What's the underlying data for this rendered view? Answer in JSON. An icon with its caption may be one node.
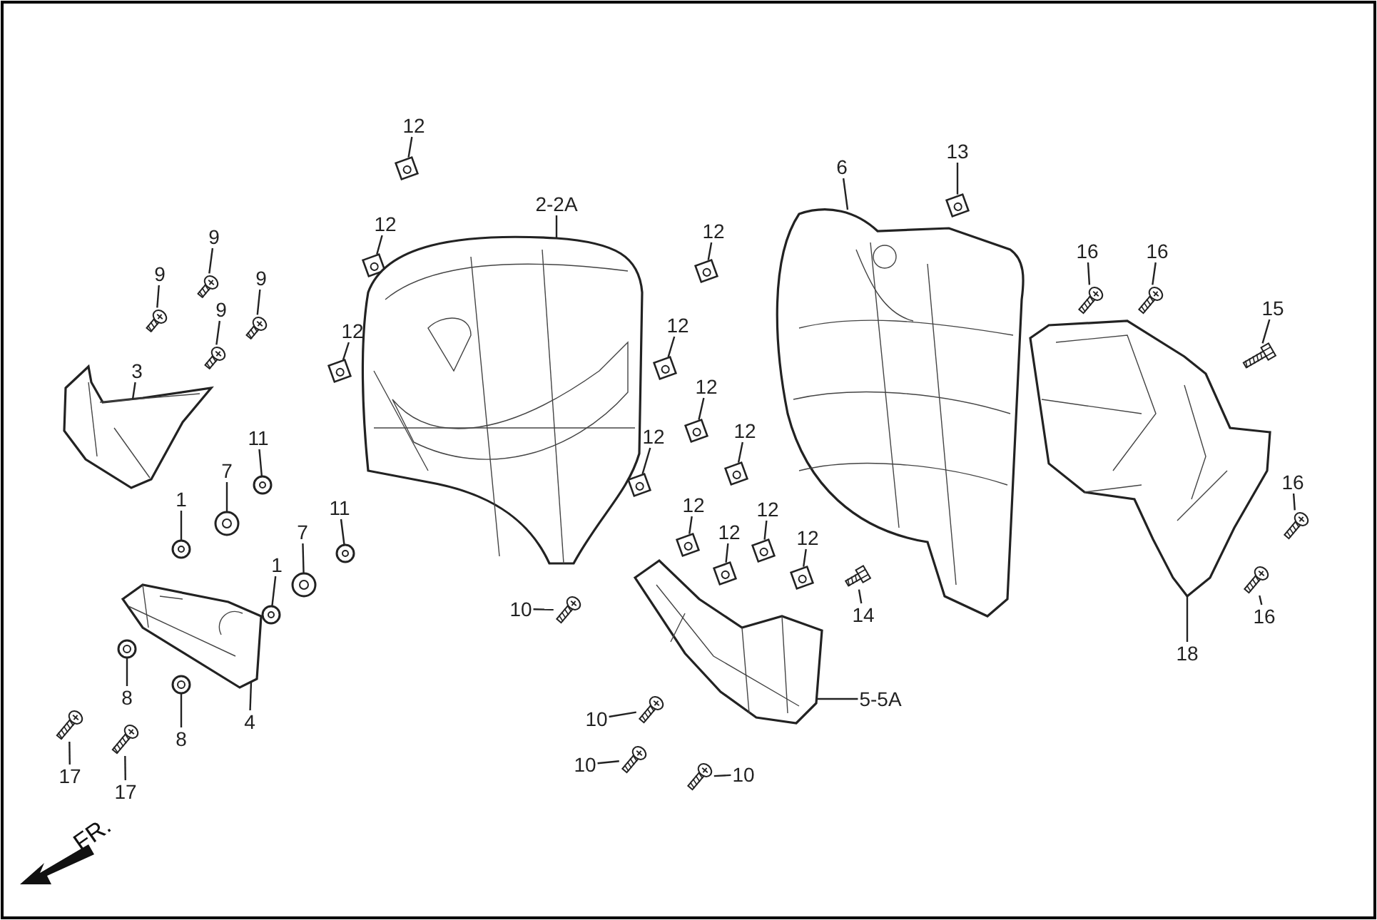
{
  "diagram": {
    "nodes": [
      {
        "text": [
          "12"
        ]
      },
      {
        "text": [
          "12"
        ]
      },
      {
        "text": [
          "2-2A"
        ]
      },
      {
        "text": [
          "12"
        ]
      },
      {
        "text": [
          "9"
        ]
      },
      {
        "text": [
          "9"
        ]
      },
      {
        "text": [
          "9"
        ]
      },
      {
        "text": [
          "9"
        ]
      },
      {
        "text": [
          "12"
        ]
      },
      {
        "text": [
          "12"
        ]
      },
      {
        "text": [
          "3"
        ]
      },
      {
        "text": [
          "12"
        ]
      },
      {
        "text": [
          "12"
        ]
      },
      {
        "text": [
          "12"
        ]
      },
      {
        "text": [
          "11"
        ]
      },
      {
        "text": [
          "7"
        ]
      },
      {
        "text": [
          "1"
        ]
      },
      {
        "text": [
          "11"
        ]
      },
      {
        "text": [
          "12"
        ]
      },
      {
        "text": [
          "12"
        ]
      },
      {
        "text": [
          "7"
        ]
      },
      {
        "text": [
          "12"
        ]
      },
      {
        "text": [
          "12"
        ]
      },
      {
        "text": [
          "1"
        ]
      },
      {
        "text": [
          "10"
        ]
      },
      {
        "text": [
          "14"
        ]
      },
      {
        "text": [
          "4"
        ]
      },
      {
        "text": [
          "8"
        ]
      },
      {
        "text": [
          "8"
        ]
      },
      {
        "text": [
          "17"
        ]
      },
      {
        "text": [
          "17"
        ]
      },
      {
        "text": [
          "10"
        ]
      },
      {
        "text": [
          "5-5A"
        ]
      },
      {
        "text": [
          "10"
        ]
      },
      {
        "text": [
          "10"
        ]
      },
      {
        "text": [
          "6"
        ]
      },
      {
        "text": [
          "13"
        ]
      },
      {
        "text": [
          "16"
        ]
      },
      {
        "text": [
          "16"
        ]
      },
      {
        "text": [
          "15"
        ]
      },
      {
        "text": [
          "16"
        ]
      },
      {
        "text": [
          "16"
        ]
      },
      {
        "text": [
          "18"
        ]
      },
      {
        "text": [],
        "shape": "picture"
      },
      {
        "text": [],
        "shape": "picture"
      },
      {
        "text": [],
        "shape": "picture"
      },
      {
        "text": [],
        "shape": "picture"
      },
      {
        "text": [],
        "shape": "picture"
      },
      {
        "text": [],
        "shape": "picture"
      },
      {
        "text": [],
        "shape": "picture"
      },
      {
        "text": [],
        "shape": "picture"
      },
      {
        "text": [],
        "shape": "picture"
      },
      {
        "text": [],
        "shape": "picture"
      },
      {
        "text": [],
        "shape": "picture"
      },
      {
        "text": [],
        "shape": "picture"
      },
      {
        "text": [],
        "shape": "picture"
      },
      {
        "text": [],
        "shape": "picture"
      },
      {
        "text": [],
        "shape": "picture"
      },
      {
        "text": [],
        "shape": "picture"
      },
      {
        "text": [],
        "shape": "picture"
      },
      {
        "text": [],
        "shape": "picture"
      },
      {
        "text": [],
        "shape": "picture"
      },
      {
        "text": [],
        "shape": "picture"
      },
      {
        "text": [],
        "shape": "picture"
      },
      {
        "text": [],
        "shape": "picture"
      },
      {
        "text": [],
        "shape": "picture"
      },
      {
        "text": [],
        "shape": "picture"
      },
      {
        "text": [],
        "shape": "picture"
      },
      {
        "text": [],
        "shape": "picture"
      },
      {
        "text": [],
        "shape": "picture"
      },
      {
        "text": [],
        "shape": "picture"
      },
      {
        "text": [],
        "shape": "picture"
      },
      {
        "text": [],
        "shape": "picture"
      },
      {
        "text": [],
        "shape": "picture"
      },
      {
        "text": [],
        "shape": "picture"
      },
      {
        "text": [],
        "shape": "picture"
      },
      {
        "text": [],
        "shape": "picture"
      },
      {
        "text": [],
        "shape": "picture"
      },
      {
        "text": [],
        "shape": "picture"
      },
      {
        "text": [],
        "shape": "picture"
      },
      {
        "text": [],
        "shape": "picture"
      },
      {
        "text": [],
        "shape": "picture"
      },
      {
        "text": [],
        "shape": "picture"
      },
      {
        "text": [],
        "shape": "picture"
      },
      {
        "text": [],
        "shape": "picture"
      },
      {
        "text": [],
        "shape": "picture"
      }
    ],
    "edges": [
      {
        "from": 0,
        "to": 43,
        "arrow": "none"
      },
      {
        "from": 1,
        "to": 44,
        "arrow": "none"
      },
      {
        "from": 2,
        "to": 45,
        "arrow": "none"
      },
      {
        "from": 3,
        "to": 46,
        "arrow": "none"
      },
      {
        "from": 4,
        "to": 47,
        "arrow": "none"
      },
      {
        "from": 5,
        "to": 48,
        "arrow": "none"
      },
      {
        "from": 6,
        "to": 49,
        "arrow": "none"
      },
      {
        "from": 7,
        "to": 50,
        "arrow": "none"
      },
      {
        "from": 8,
        "to": 51,
        "arrow": "none"
      },
      {
        "from": 9,
        "to": 52,
        "arrow": "none"
      },
      {
        "from": 10,
        "to": 53,
        "arrow": "none"
      },
      {
        "from": 11,
        "to": 54,
        "arrow": "none"
      },
      {
        "from": 12,
        "to": 55,
        "arrow": "none"
      },
      {
        "from": 13,
        "to": 56,
        "arrow": "none"
      },
      {
        "from": 14,
        "to": 57,
        "arrow": "none"
      },
      {
        "from": 15,
        "to": 58,
        "arrow": "none"
      },
      {
        "from": 16,
        "to": 59,
        "arrow": "none"
      },
      {
        "from": 17,
        "to": 60,
        "arrow": "none"
      },
      {
        "from": 18,
        "to": 61,
        "arrow": "none"
      },
      {
        "from": 19,
        "to": 62,
        "arrow": "none"
      },
      {
        "from": 20,
        "to": 63,
        "arrow": "none"
      },
      {
        "from": 21,
        "to": 64,
        "arrow": "none"
      },
      {
        "from": 22,
        "to": 65,
        "arrow": "none"
      },
      {
        "from": 23,
        "to": 66,
        "arrow": "none"
      },
      {
        "from": 24,
        "to": 67,
        "arrow": "none"
      },
      {
        "from": 25,
        "to": 68,
        "arrow": "none"
      },
      {
        "from": 26,
        "to": 69,
        "arrow": "none"
      },
      {
        "from": 27,
        "to": 70,
        "arrow": "none"
      },
      {
        "from": 28,
        "to": 71,
        "arrow": "none"
      },
      {
        "from": 29,
        "to": 72,
        "arrow": "none"
      },
      {
        "from": 30,
        "to": 73,
        "arrow": "none"
      },
      {
        "from": 31,
        "to": 74,
        "arrow": "none"
      },
      {
        "from": 32,
        "to": 75,
        "arrow": "none"
      },
      {
        "from": 33,
        "to": 76,
        "arrow": "none"
      },
      {
        "from": 34,
        "to": 77,
        "arrow": "none"
      },
      {
        "from": 35,
        "to": 78,
        "arrow": "none"
      },
      {
        "from": 36,
        "to": 79,
        "arrow": "none"
      },
      {
        "from": 37,
        "to": 80,
        "arrow": "none"
      },
      {
        "from": 38,
        "to": 81,
        "arrow": "none"
      },
      {
        "from": 39,
        "to": 82,
        "arrow": "none"
      },
      {
        "from": 40,
        "to": 83,
        "arrow": "none"
      },
      {
        "from": 41,
        "to": 84,
        "arrow": "none"
      },
      {
        "from": 42,
        "to": 85,
        "arrow": "none"
      }
    ],
    "labels": [
      "FR."
    ]
  }
}
